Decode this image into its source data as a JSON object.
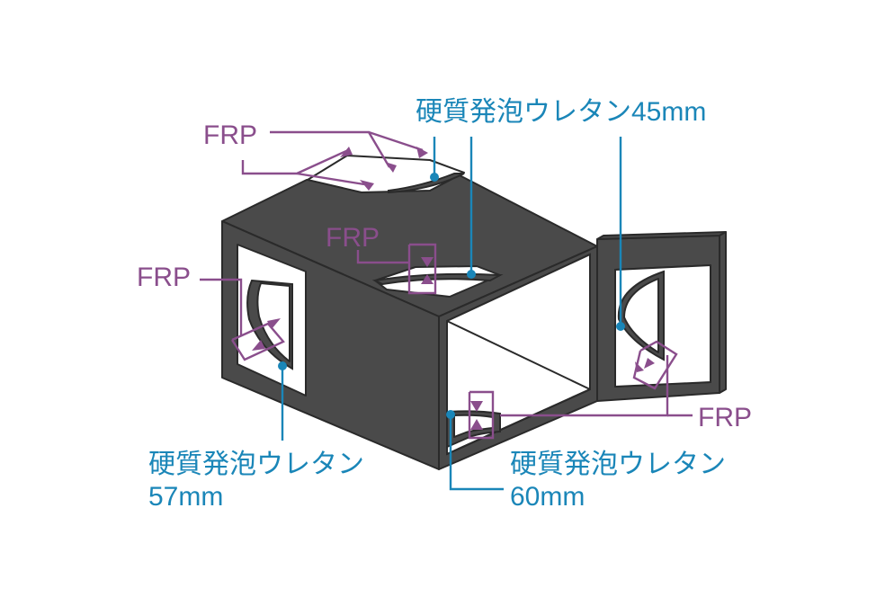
{
  "labels": {
    "frp_top": "FRP",
    "frp_middle": "FRP",
    "frp_left": "FRP",
    "frp_right": "FRP",
    "urethane_45": "硬質発泡ウレタン45mm",
    "urethane_57_line1": "硬質発泡ウレタン",
    "urethane_57_line2": "57mm",
    "urethane_60_line1": "硬質発泡ウレタン",
    "urethane_60_line2": "60mm"
  },
  "colors": {
    "frp_accent": "#8a4e8c",
    "urethane_accent": "#1a86b8",
    "structure_fill": "#4a4a4a",
    "outline": "#2a2a2a",
    "background": "#ffffff"
  }
}
